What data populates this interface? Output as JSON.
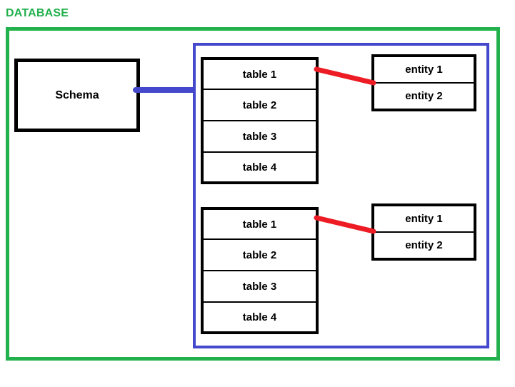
{
  "diagram": {
    "title": "DATABASE",
    "accent_colors": {
      "database_frame": "#22b14c",
      "schema_frame": "#4348cc",
      "relation_line": "#ed1c24",
      "box_border": "#000000",
      "background": "#ffffff"
    },
    "schema": {
      "label": "Schema"
    },
    "groups": [
      {
        "tables": [
          {
            "label": "table 1"
          },
          {
            "label": "table 2"
          },
          {
            "label": "table 3"
          },
          {
            "label": "table 4"
          }
        ],
        "entities": [
          {
            "label": "entity 1"
          },
          {
            "label": "entity 2"
          }
        ]
      },
      {
        "tables": [
          {
            "label": "table 1"
          },
          {
            "label": "table 2"
          },
          {
            "label": "table 3"
          },
          {
            "label": "table 4"
          }
        ],
        "entities": [
          {
            "label": "entity 1"
          },
          {
            "label": "entity 2"
          }
        ]
      }
    ]
  }
}
